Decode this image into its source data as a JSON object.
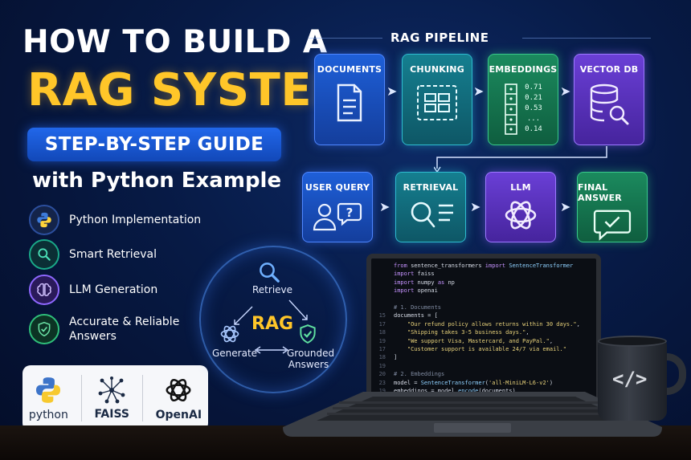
{
  "title": {
    "line1": "HOW TO BUILD A",
    "line2": "RAG SYSTEM",
    "pill": "STEP-BY-STEP GUIDE",
    "line3": "with Python Example"
  },
  "features": [
    {
      "label": "Python Implementation",
      "icon": "python-logo-icon",
      "color": "#2c4f9e"
    },
    {
      "label": "Smart Retrieval",
      "icon": "search-icon",
      "color": "#0e6b5a"
    },
    {
      "label": "LLM Generation",
      "icon": "brain-icon",
      "color": "#6b3fc9"
    },
    {
      "label": "Accurate & Reliable Answers",
      "icon": "shield-check-icon",
      "color": "#1b7b52"
    }
  ],
  "logos": [
    {
      "name": "python",
      "icon": "python-logo-icon"
    },
    {
      "name": "FAISS",
      "icon": "faiss-network-icon"
    },
    {
      "name": "OpenAI",
      "icon": "openai-logo-icon"
    }
  ],
  "pipeline": {
    "title": "RAG PIPELINE",
    "row1": [
      {
        "label": "DOCUMENTS",
        "icon": "document-icon"
      },
      {
        "label": "CHUNKING",
        "icon": "chunks-icon"
      },
      {
        "label": "EMBEDDINGS",
        "icon": "vector-list-icon",
        "values": [
          "0.71",
          "0.21",
          "0.53",
          "...",
          "0.14"
        ]
      },
      {
        "label": "VECTOR DB",
        "icon": "database-search-icon"
      }
    ],
    "row2": [
      {
        "label": "USER QUERY",
        "icon": "user-question-icon"
      },
      {
        "label": "RETRIEVAL",
        "icon": "search-list-icon"
      },
      {
        "label": "LLM",
        "icon": "openai-logo-icon"
      },
      {
        "label": "FINAL ANSWER",
        "icon": "chat-check-icon"
      }
    ]
  },
  "cycle": {
    "center": "RAG",
    "retrieve": "Retrieve",
    "generate": "Generate",
    "grounded": "Grounded Answers"
  },
  "code": {
    "lines": [
      {
        "n": "",
        "t": "from sentence_transformers import SentenceTransformer"
      },
      {
        "n": "",
        "t": "import faiss"
      },
      {
        "n": "",
        "t": "import numpy as np"
      },
      {
        "n": "",
        "t": "import openai"
      },
      {
        "n": "",
        "t": ""
      },
      {
        "n": "",
        "t": "# 1. Documents"
      },
      {
        "n": "15",
        "t": "documents = ["
      },
      {
        "n": "17",
        "t": "    \"Our refund policy allows returns within 30 days.\","
      },
      {
        "n": "18",
        "t": "    \"Shipping takes 3-5 business days.\","
      },
      {
        "n": "19",
        "t": "    \"We support Visa, Mastercard, and PayPal.\","
      },
      {
        "n": "17",
        "t": "    \"Customer support is available 24/7 via email.\""
      },
      {
        "n": "18",
        "t": "]"
      },
      {
        "n": "19",
        "t": ""
      },
      {
        "n": "20",
        "t": "# 2. Embeddings"
      },
      {
        "n": "23",
        "t": "model = SentenceTransformer('all-MiniLM-L6-v2')"
      },
      {
        "n": "19",
        "t": "embeddings = model.encode(documents)"
      }
    ]
  },
  "mug": {
    "glyph": "</>"
  },
  "colors": {
    "accent_yellow": "#ffc629",
    "accent_blue": "#2167ea",
    "bg": "#071a45"
  }
}
